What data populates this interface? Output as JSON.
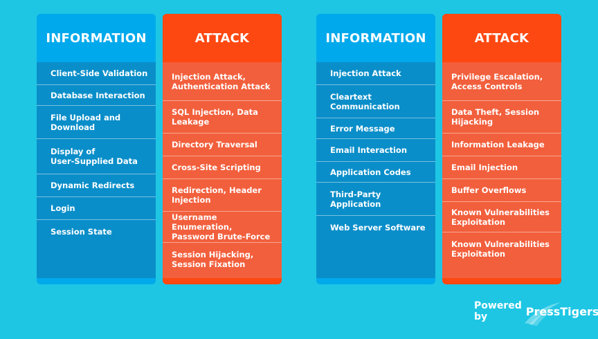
{
  "columns": [
    {
      "type": "info",
      "title": "INFORMATION",
      "items": [
        "Client-Side Validation",
        "Database Interaction",
        "File Upload and\nDownload",
        "Display of\nUser-Supplied Data",
        "Dynamic Redirects",
        "Login",
        "Session State"
      ]
    },
    {
      "type": "attack",
      "title": "ATTACK",
      "items": [
        "Injection Attack,\nAuthentication Attack",
        "SQL Injection, Data\nLeakage",
        "Directory Traversal",
        "Cross-Site Scripting",
        "Redirection, Header\nInjection",
        "Username Enumeration,\nPassword Brute-Force",
        "Session Hijacking,\nSession Fixation"
      ]
    },
    {
      "type": "info",
      "title": "INFORMATION",
      "items": [
        "Injection Attack",
        "Cleartext\nCommunication",
        "Error Message",
        "Email Interaction",
        "Application Codes",
        "Third-Party\nApplication",
        "Web Server Software"
      ]
    },
    {
      "type": "attack",
      "title": "ATTACK",
      "items": [
        "Privilege Escalation,\nAccess Controls",
        "Data Theft, Session\nHijacking",
        "Information Leakage",
        "Email Injection",
        "Buffer Overflows",
        "Known Vulnerabilities\nExploitation",
        "Known Vulnerabilities\nExploitation"
      ]
    }
  ],
  "branding": {
    "powered_by": "Powered by",
    "logo_text": "PressTigers"
  },
  "colors": {
    "background": "#1ec6e4",
    "info_header": "#00a9ec",
    "info_body": "#0a8ec9",
    "attack_header": "#fd4811",
    "attack_body": "#f25f3c"
  }
}
